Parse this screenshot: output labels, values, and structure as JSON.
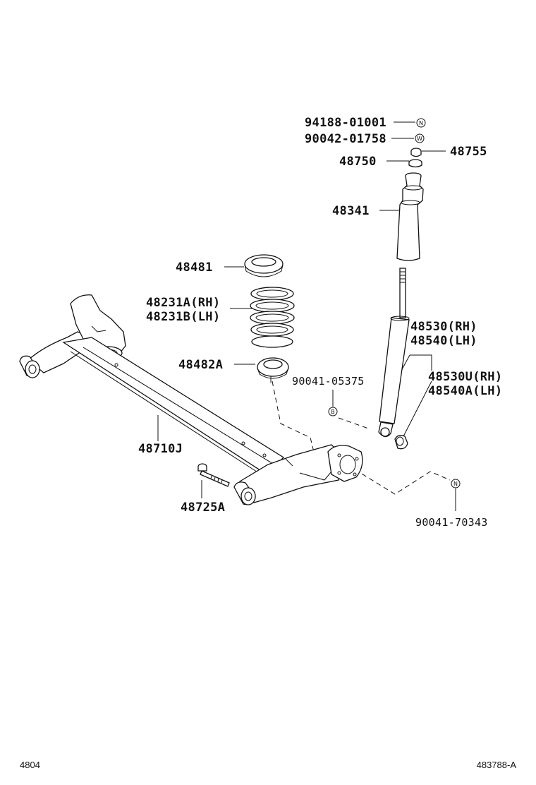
{
  "diagram": {
    "labels": {
      "p94188": "94188-01001",
      "p90042": "90042-01758",
      "p48755": "48755",
      "p48750": "48750",
      "p48341": "48341",
      "p48481": "48481",
      "p48231a": "48231A(RH)",
      "p48231b": "48231B(LH)",
      "p48530": "48530(RH)",
      "p48540": "48540(LH)",
      "p48482a": "48482A",
      "p90041_05375": "90041-05375",
      "p48530u": "48530U(RH)",
      "p48540a": "48540A(LH)",
      "p48710j": "48710J",
      "p48725a": "48725A",
      "p90041_70343": "90041-70343"
    },
    "symbols": {
      "n_top": "N",
      "w_top": "W",
      "b_mid": "B",
      "n_bottom": "N"
    }
  },
  "footer": {
    "left_code": "4804",
    "right_code": "483788-A"
  }
}
